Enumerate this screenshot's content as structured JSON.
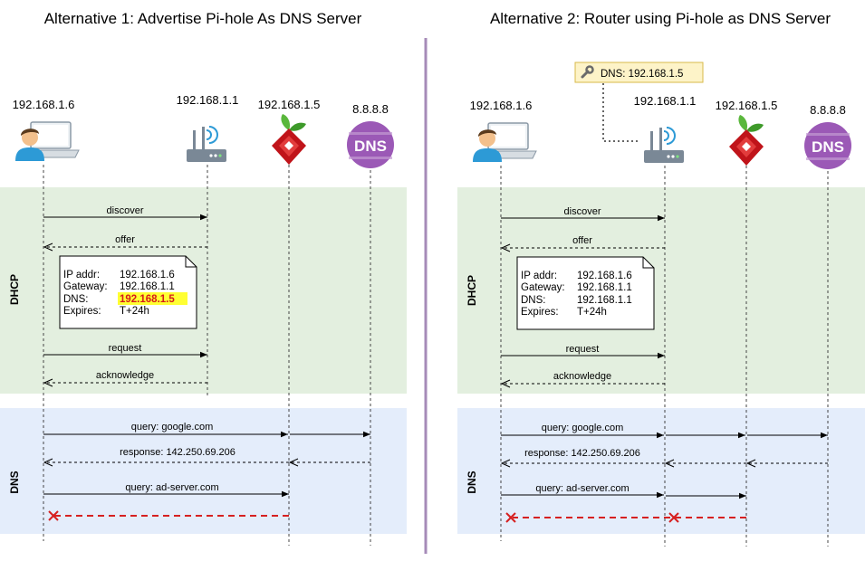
{
  "colors": {
    "dhcp_band": "#e3efdf",
    "dns_band": "#e4edfb",
    "divider": "#a68bb8",
    "highlight": "#ffff33",
    "highlight_text": "#d61a1a",
    "blocked": "#d62020",
    "router_note_bg": "#fdf3c8",
    "dns_icon": "#9b59b6"
  },
  "icons": {
    "client": "laptop-user-icon",
    "router": "wifi-router-icon",
    "pihole": "pihole-logo-icon",
    "upstream": "dns-server-icon",
    "config": "wrench-icon",
    "blocked": "x-mark-icon"
  },
  "panels": [
    {
      "title": "Alternative 1: Advertise Pi-hole As DNS Server",
      "nodes": [
        "192.168.1.6",
        "192.168.1.1",
        "192.168.1.5",
        "8.8.8.8"
      ],
      "dns_icon_label": "DNS",
      "sections": {
        "dhcp": "DHCP",
        "dns": "DNS"
      },
      "messages": {
        "discover": "discover",
        "offer": "offer",
        "request": "request",
        "acknowledge": "acknowledge",
        "query1": "query: google.com",
        "response": "response: 142.250.69.206",
        "query2": "query: ad-server.com"
      },
      "lease": {
        "ip_label": "IP addr:",
        "ip_value": "192.168.1.6",
        "gw_label": "Gateway:",
        "gw_value": "192.168.1.1",
        "dns_label": "DNS:",
        "dns_value": "192.168.1.5",
        "exp_label": "Expires:",
        "exp_value": "T+24h"
      }
    },
    {
      "title": "Alternative 2: Router using Pi-hole as DNS Server",
      "nodes": [
        "192.168.1.6",
        "192.168.1.1",
        "192.168.1.5",
        "8.8.8.8"
      ],
      "dns_icon_label": "DNS",
      "sections": {
        "dhcp": "DHCP",
        "dns": "DNS"
      },
      "router_config": "DNS: 192.168.1.5",
      "messages": {
        "discover": "discover",
        "offer": "offer",
        "request": "request",
        "acknowledge": "acknowledge",
        "query1": "query: google.com",
        "response": "response: 142.250.69.206",
        "query2": "query: ad-server.com"
      },
      "lease": {
        "ip_label": "IP addr:",
        "ip_value": "192.168.1.6",
        "gw_label": "Gateway:",
        "gw_value": "192.168.1.1",
        "dns_label": "DNS:",
        "dns_value": "192.168.1.1",
        "exp_label": "Expires:",
        "exp_value": "T+24h"
      }
    }
  ]
}
